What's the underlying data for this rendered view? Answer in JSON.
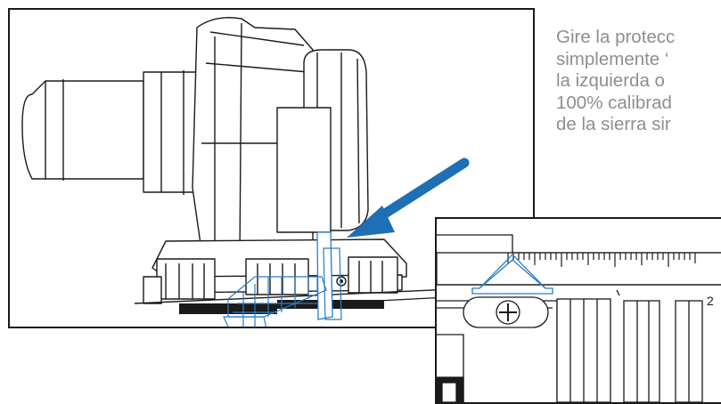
{
  "instruction": {
    "lines": [
      "Gire la protecc",
      "simplemente ‘",
      "la izquierda o",
      "100% calibrad",
      "de la sierra sir"
    ]
  },
  "inset": {
    "scale_number": "2"
  },
  "colors": {
    "arrow": "#1e6fb4",
    "jig_outline": "#2b7cc4",
    "line_art": "#1a1a1a",
    "text": "#8c8f92"
  }
}
